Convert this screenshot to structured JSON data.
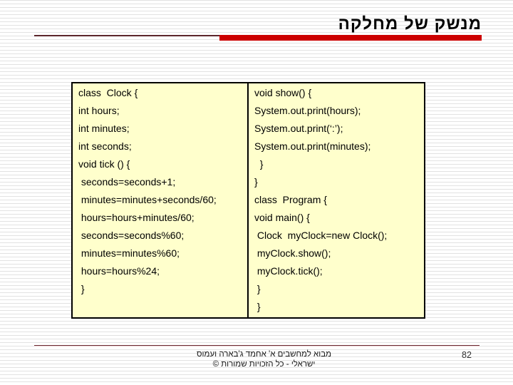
{
  "slide": {
    "title": "מנשק של מחלקה",
    "page_number": "82",
    "footer": {
      "line1": "מבוא למחשבים א' אחמד ג'בארה ועמוס",
      "line2": "ישראלי - כל הזכויות שמורות ©"
    },
    "colors": {
      "accent_red_bar": "#cc0000",
      "thin_rule": "#5c262c",
      "footer_rule": "#6a2a33",
      "table_background": "#ffffcc",
      "table_border": "#000000",
      "background_stripe": "#e2e2e2"
    }
  },
  "code_table": {
    "left_lines": [
      "class  Clock {",
      "int hours;",
      "int minutes;",
      "int seconds;",
      "void tick () {",
      " seconds=seconds+1;",
      " minutes=minutes+seconds/60;",
      " hours=hours+minutes/60;",
      " seconds=seconds%60;",
      " minutes=minutes%60;",
      " hours=hours%24;",
      " }"
    ],
    "right_lines": [
      "void show() {",
      "System.out.print(hours);",
      "System.out.print(‘:’);",
      "System.out.print(minutes);",
      "  }",
      "}",
      "class  Program {",
      "void main() {",
      " Clock  myClock=new Clock();",
      " myClock.show();",
      " myClock.tick();",
      " }",
      " }"
    ]
  }
}
